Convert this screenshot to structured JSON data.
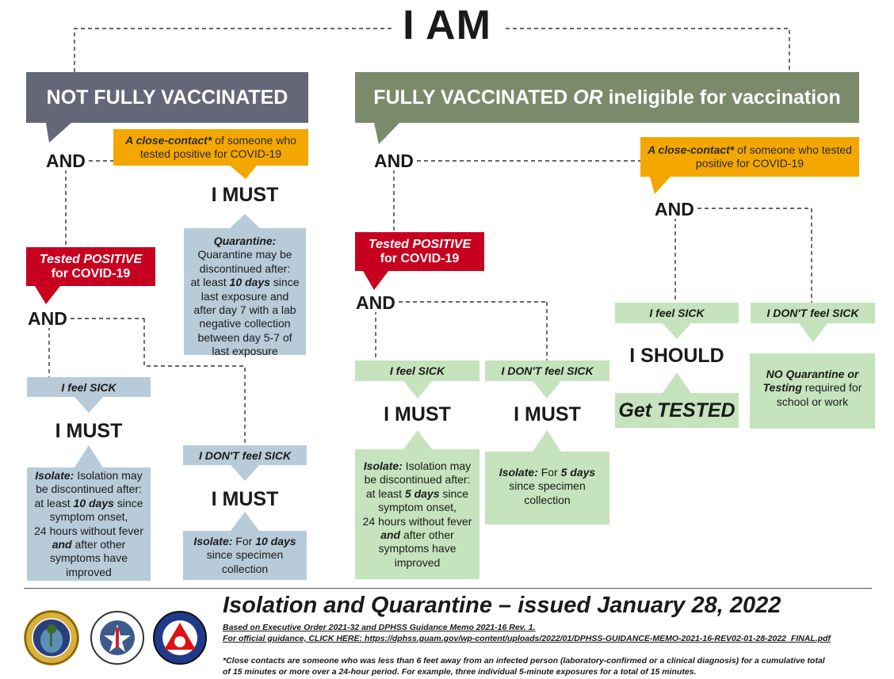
{
  "title": "I AM",
  "headers": {
    "not_fully": "NOT FULLY VACCINATED",
    "fully_pre": "FULLY VACCINATED",
    "fully_or": "OR",
    "fully_post": "ineligible for vaccination"
  },
  "and": "AND",
  "close_contact": {
    "lead": "A close-contact*",
    "rest": " of someone who tested positive for COVID-19"
  },
  "tested_positive": {
    "line1": "Tested POSITIVE",
    "line2": "for COVID-19"
  },
  "must": "I MUST",
  "should": "I SHOULD",
  "feel_sick": "I feel SICK",
  "dont_feel_sick": "I DON'T feel SICK",
  "get_tested": "Get TESTED",
  "quarantine_nfv": {
    "lead": "Quarantine:",
    "t1": "Quarantine may be discontinued after:",
    "t2": "at least ",
    "t3": "10 days",
    "t4": " since last exposure and after day 7 with a lab negative collection between day 5-7 of last exposure"
  },
  "isolate_nfv_sick": {
    "lead": "Isolate:",
    "t1": " Isolation may be discontinued after:",
    "t2": "at least ",
    "t3": "10 days",
    "t4": " since symptom onset,",
    "t5": "24 hours without fever",
    "t6": "and",
    "t7": " after other symptoms have improved"
  },
  "isolate_nfv_notsick": {
    "lead": "Isolate:",
    "t1": " For ",
    "t2": "10 days",
    "t3": " since specimen collection"
  },
  "isolate_fv_sick": {
    "lead": "Isolate:",
    "t1": " Isolation may be discontinued after:",
    "t2": "at least ",
    "t3": "5 days",
    "t4": " since symptom onset,",
    "t5": "24 hours without fever",
    "t6": "and",
    "t7": " after other symptoms have improved"
  },
  "isolate_fv_notsick": {
    "lead": "Isolate:",
    "t1": " For ",
    "t2": "5 days",
    "t3": " since specimen collection"
  },
  "no_quarantine": {
    "lead": "NO Quarantine or Testing",
    "rest": " required for school or work"
  },
  "footer": {
    "title": "Isolation and Quarantine – issued January 28, 2022",
    "based_on": "Based on Executive Order 2021-32 and DPHSS Guidance Memo 2021-16 Rev. 1.",
    "official": "For official guidance, CLICK HERE: https://dphss.guam.gov/wp-content/uploads/2022/01/DPHSS-GUIDANCE-MEMO-2021-16-REV02-01-28-2022_FINAL.pdf",
    "note1": "*Close contacts are someone who was less than 6 feet away from an infected person (laboratory-confirmed or a clinical diagnosis) for a cumulative total",
    "note2": "of 15 minutes or more over a 24-hour period. For example, three individual 5-minute exposures for a total of 15 minutes."
  },
  "colors": {
    "nfv_header": "#636778",
    "fv_header": "#7a8a6b",
    "orange": "#f4a700",
    "red": "#c8001f",
    "blue": "#b8cbd9",
    "green": "#c5e3bd"
  },
  "logos": [
    "governor-seal",
    "public-health-seal",
    "civil-defense-seal"
  ]
}
